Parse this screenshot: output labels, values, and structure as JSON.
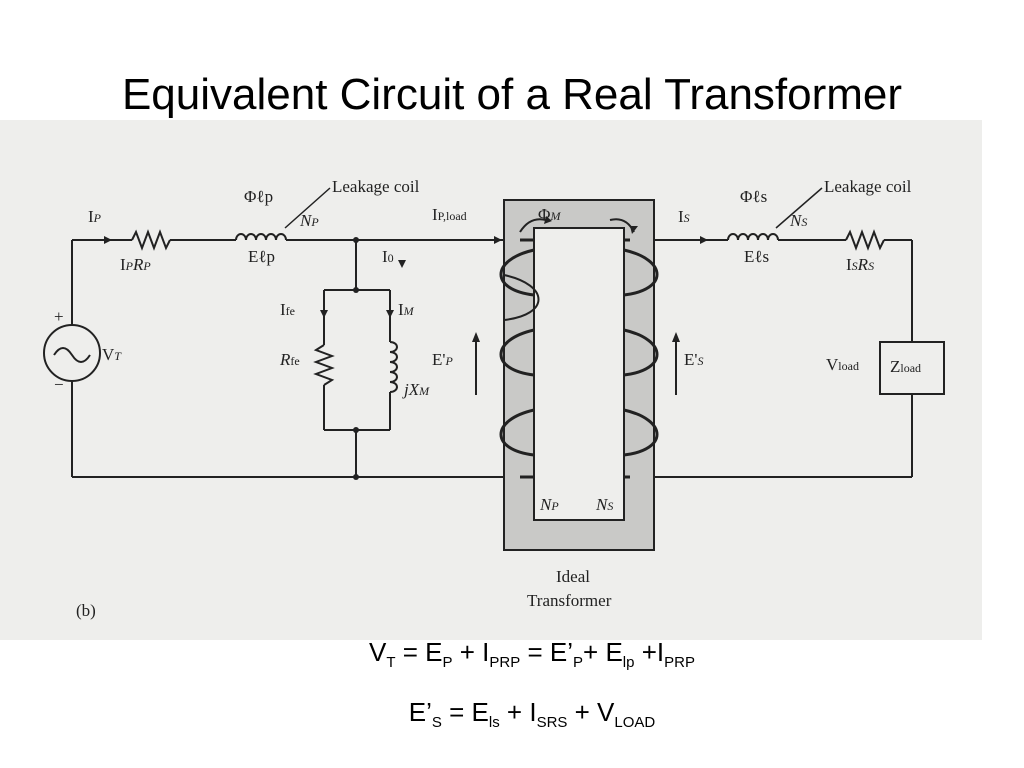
{
  "slide": {
    "title": "Equivalent Circuit of a Real Transformer"
  },
  "diagram": {
    "panel_label": "(b)",
    "leakage_coil_left": "Leakage coil",
    "leakage_coil_right": "Leakage coil",
    "ideal_transformer_line1": "Ideal",
    "ideal_transformer_line2": "Transformer"
  },
  "equations": {
    "eq1": "V_T = E_P + I_PR_P = E’_P+ E_lp +I_PR_P",
    "eq2": "E’_S = E_ls + I_SR_S + V_LOAD"
  }
}
